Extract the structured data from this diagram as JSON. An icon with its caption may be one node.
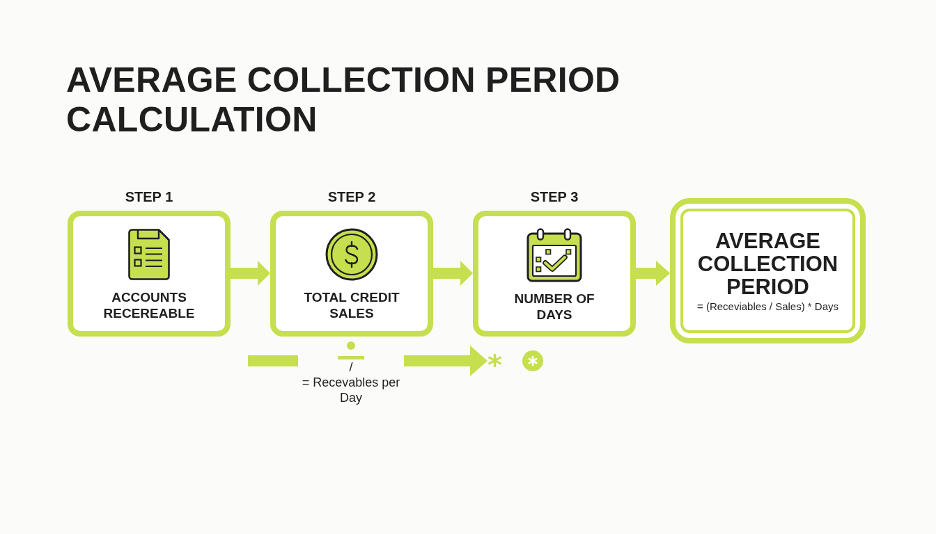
{
  "diagram": {
    "title": "AVERAGE COLLECTION PERIOD CALCULATION",
    "nodes": [
      {
        "text": [
          "STEP 1",
          "ACCOUNTS RECEREABLE"
        ]
      },
      {
        "text": [
          "STEP 2",
          "TOTAL CREDIT SALES"
        ]
      },
      {
        "text": [
          "STEP 3",
          "NUMBER OF DAYS"
        ]
      },
      {
        "text": [
          "AVERAGE COLLECTION PERIOD",
          "= (Receviables / Sales) * Days"
        ]
      },
      {
        "text": [
          "/",
          "= Recevables per Day"
        ]
      },
      {
        "text": [
          "*"
        ]
      }
    ],
    "edges": [
      {
        "from": 0,
        "to": 1,
        "arrow": "to"
      },
      {
        "from": 1,
        "to": 2,
        "arrow": "to"
      },
      {
        "from": 2,
        "to": 3,
        "arrow": "to"
      },
      {
        "from": null,
        "to": 4,
        "arrow": "none"
      },
      {
        "from": 4,
        "to": 5,
        "arrow": "to"
      }
    ]
  }
}
